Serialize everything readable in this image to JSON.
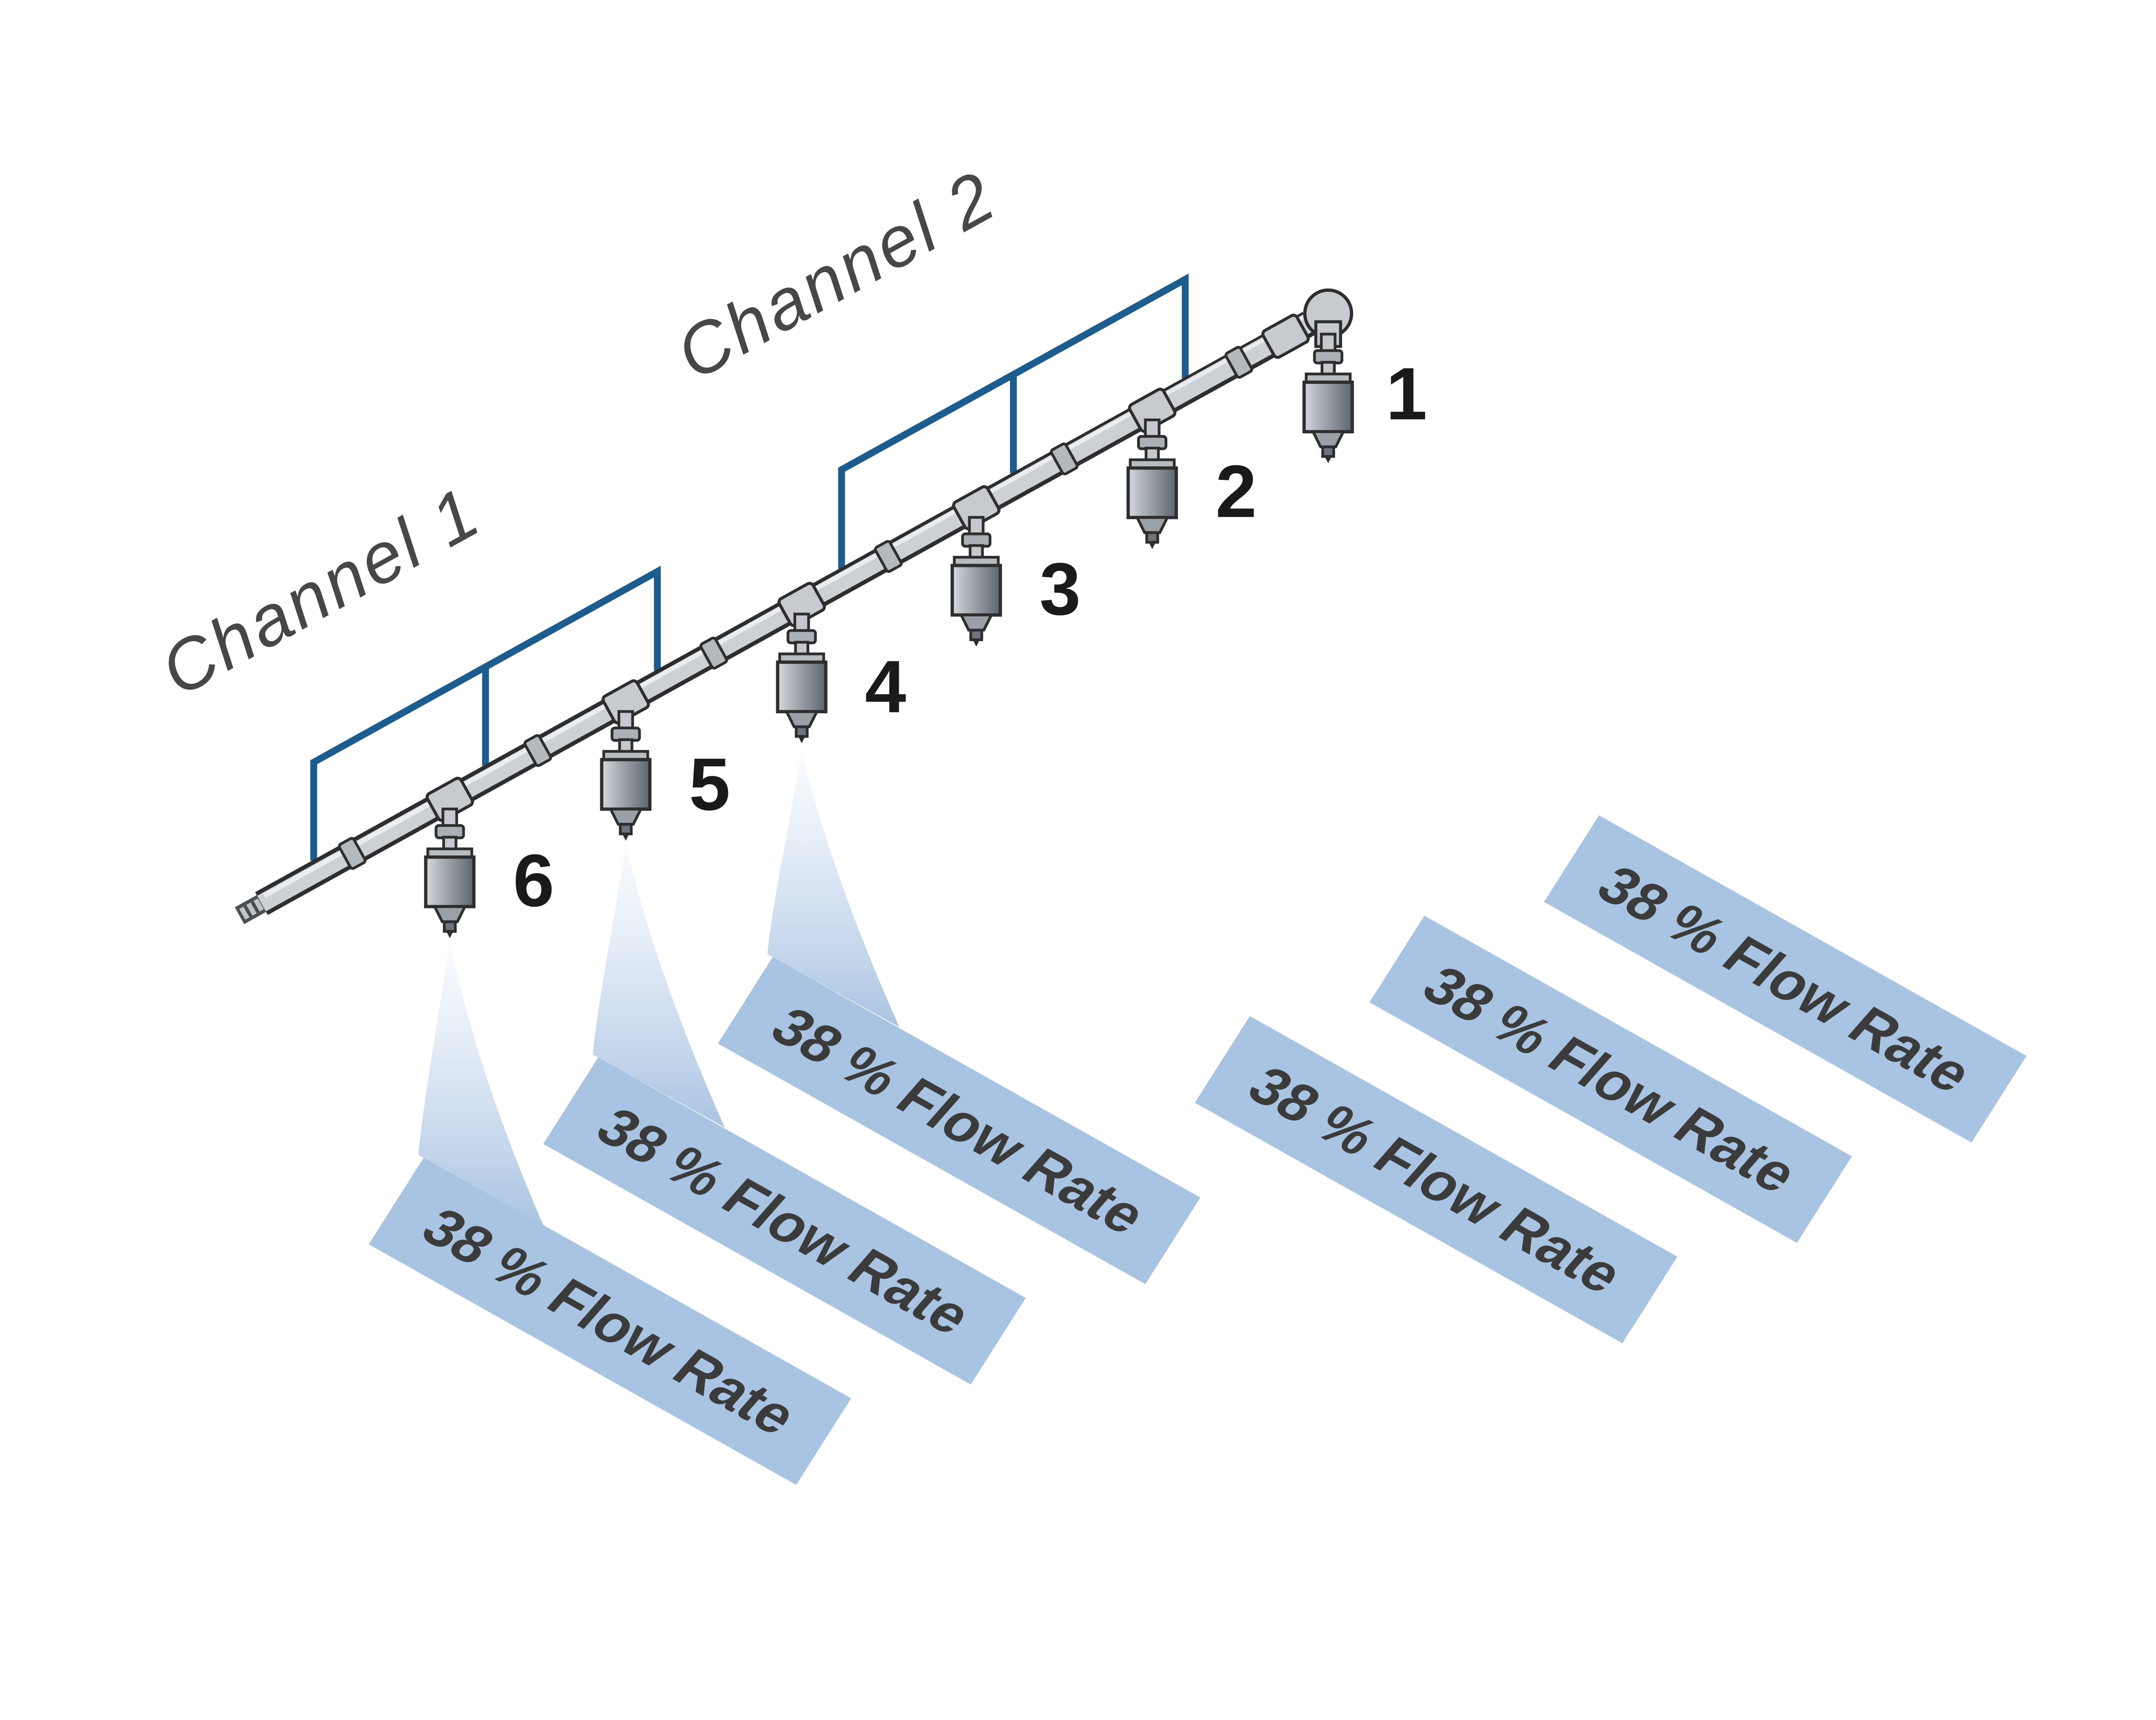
{
  "channels": [
    {
      "label": "Channel 1"
    },
    {
      "label": "Channel 2"
    }
  ],
  "nozzles": [
    {
      "number": "1"
    },
    {
      "number": "2"
    },
    {
      "number": "3"
    },
    {
      "number": "4"
    },
    {
      "number": "5"
    },
    {
      "number": "6"
    }
  ],
  "flow_bands": {
    "left": [
      {
        "label": "38 % Flow Rate"
      },
      {
        "label": "38 % Flow Rate"
      },
      {
        "label": "38 % Flow Rate"
      }
    ],
    "right": [
      {
        "label": "38 % Flow Rate"
      },
      {
        "label": "38 % Flow Rate"
      },
      {
        "label": "38 % Flow Rate"
      }
    ]
  },
  "colors": {
    "band_blue": "#a9c4e2",
    "bracket_blue": "#1d5c8e",
    "pipe_gray": "#cdd1d5",
    "outline_dark": "#2e2e2e",
    "label_gray": "#474747"
  }
}
